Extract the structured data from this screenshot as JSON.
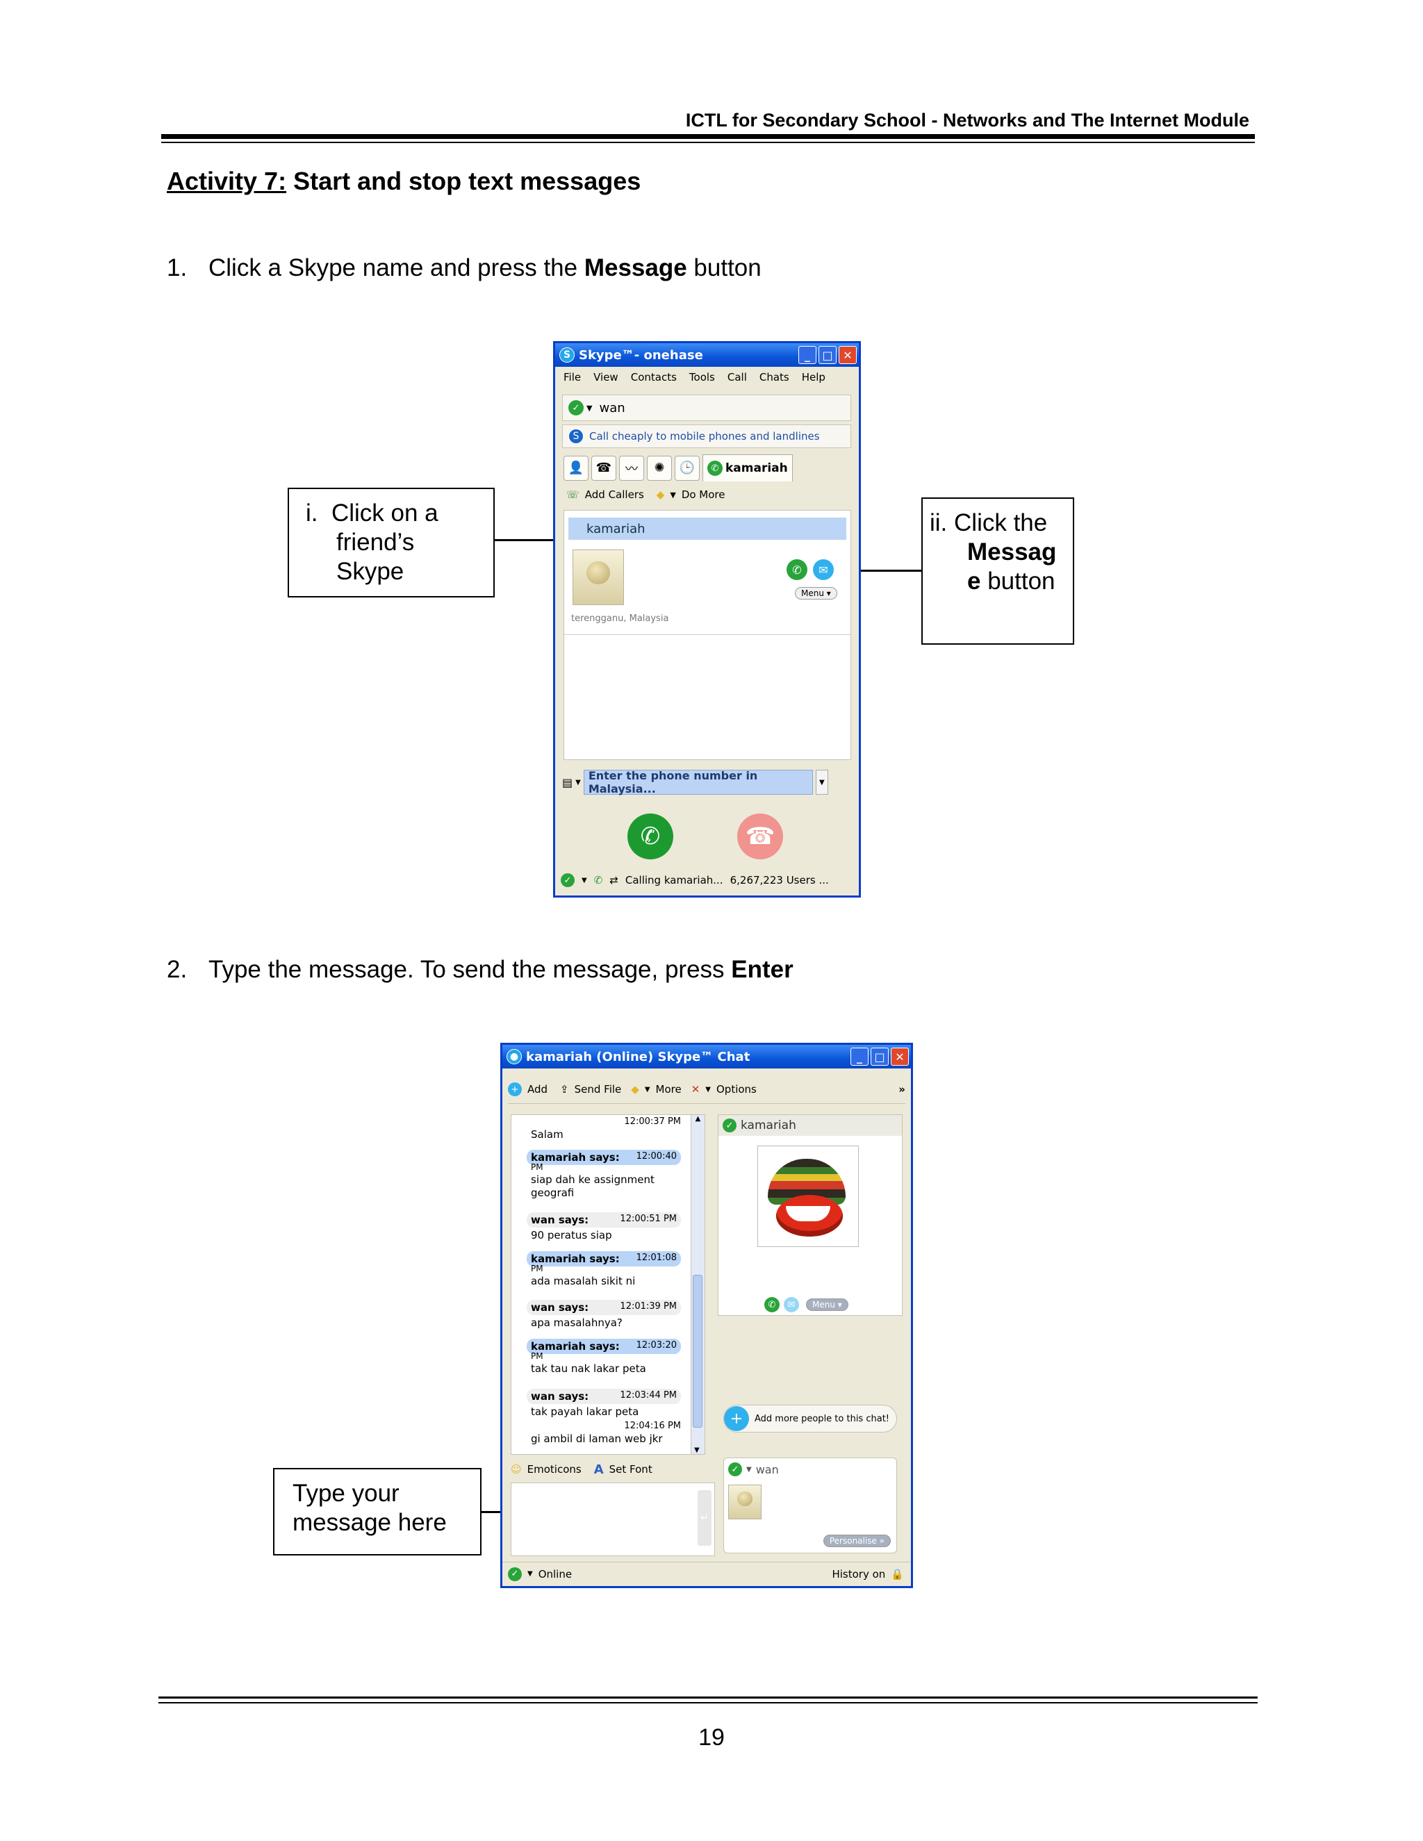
{
  "header": {
    "text": "ICTL for Secondary School -  Networks and The Internet Module"
  },
  "activity": {
    "label": "Activity 7:",
    "title": "Start and stop text messages"
  },
  "step1": {
    "num": "1.",
    "pre": "Click a Skype name and press the ",
    "bold": "Message",
    "post": " button"
  },
  "step2": {
    "num": "2.",
    "pre": "Type the message. To send the message, press ",
    "bold": "Enter"
  },
  "callouts": {
    "c1": {
      "num": "i.",
      "line1": "Click on a",
      "line2": "friend’s",
      "line3": "Skype"
    },
    "c2": {
      "num": "ii.",
      "line1": "Click the",
      "bold1": "Messag",
      "bold2": "e",
      "post": " button"
    },
    "c3": {
      "line1": "Type your",
      "line2": "message here"
    }
  },
  "skype_main": {
    "title_app": "Skype™",
    "title_user": " - onehase",
    "menu": [
      "File",
      "View",
      "Contacts",
      "Tools",
      "Call",
      "Chats",
      "Help"
    ],
    "status_name": "wan",
    "promo": "Call cheaply to mobile phones and landlines",
    "active_tab": "kamariah",
    "add_callers": "Add Callers",
    "do_more": "Do More",
    "contact_name": "kamariah",
    "contact_location": "terengganu, Malaysia",
    "menu_btn": "Menu",
    "phone_placeholder": "Enter the phone number in Malaysia...",
    "status_text": "Calling kamariah...",
    "users_text": "6,267,223 Users ..."
  },
  "skype_chat": {
    "title": "kamariah (Online) Skype™ Chat",
    "toolbar": {
      "add": "Add",
      "send_file": "Send File",
      "more": "More",
      "options": "Options"
    },
    "messages": [
      {
        "time": "12:00:37 PM",
        "text": "Salam"
      },
      {
        "who": "kamariah says:",
        "time": "12:00:40",
        "pm": "PM",
        "text": "siap dah ke assignment geografi"
      },
      {
        "who": "wan says:",
        "time": "12:00:51 PM",
        "text": "90 peratus siap"
      },
      {
        "who": "kamariah says:",
        "time": "12:01:08",
        "pm": "PM",
        "text": "ada masalah sikit ni"
      },
      {
        "who": "wan says:",
        "time": "12:01:39 PM",
        "text": "apa masalahnya?"
      },
      {
        "who": "kamariah says:",
        "time": "12:03:20",
        "pm": "PM",
        "text": "tak tau nak lakar peta"
      },
      {
        "who": "wan says:",
        "time": "12:03:44 PM",
        "text": "tak payah lakar peta"
      },
      {
        "time": "12:04:16 PM",
        "text": "gi ambil di laman web jkr"
      }
    ],
    "contact_name": "kamariah",
    "menu_btn": "Menu",
    "add_people": "Add more people to this chat!",
    "emoticons": "Emoticons",
    "set_font": "Set Font",
    "self_name": "wan",
    "personalise": "Personalise »",
    "status": "Online",
    "history": "History on"
  },
  "page_number": "19"
}
